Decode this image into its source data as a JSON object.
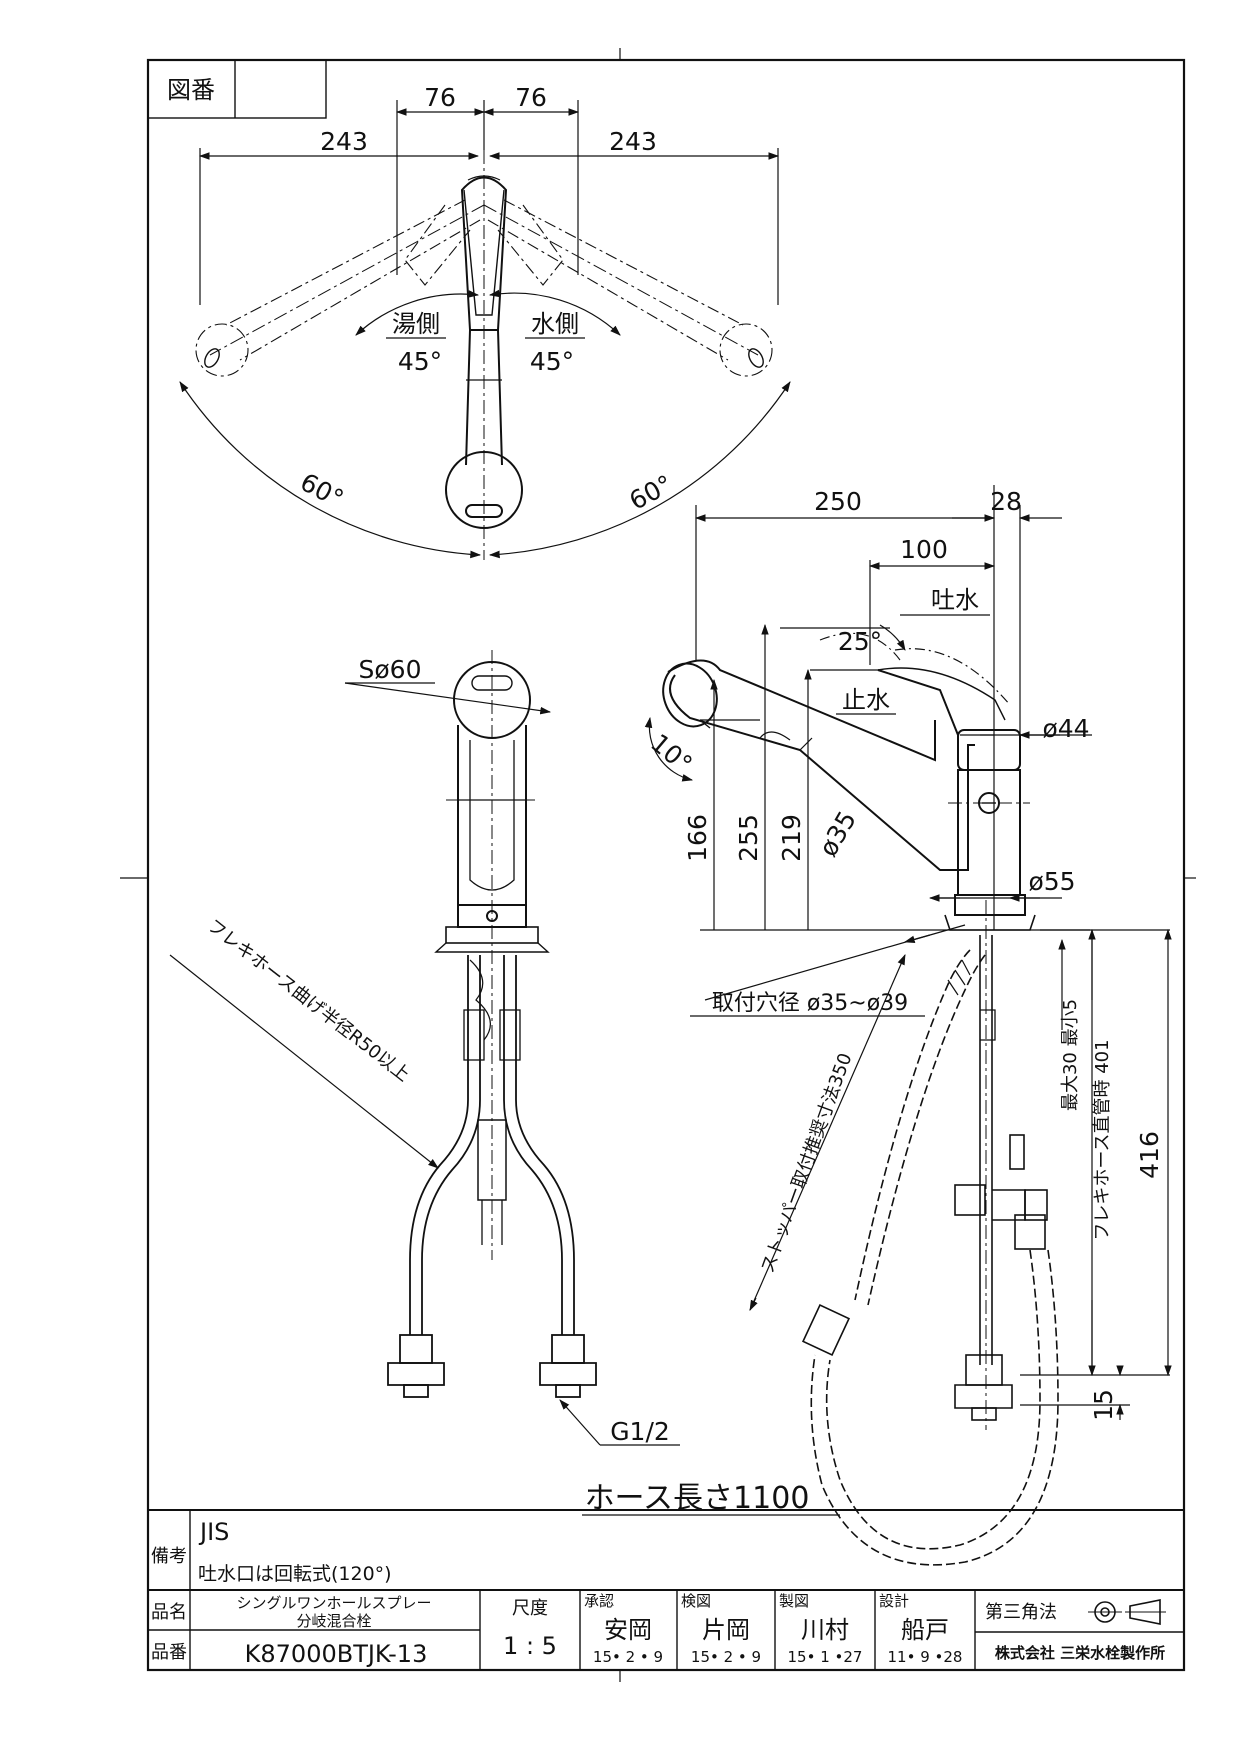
{
  "header": {
    "drawing_number_label": "図番",
    "drawing_number": ""
  },
  "top_view": {
    "dim_left_76": "76",
    "dim_right_76": "76",
    "dim_left_243": "243",
    "dim_right_243": "243",
    "hot_side": "湯側",
    "cold_side": "水側",
    "angle_hot": "45°",
    "angle_cold": "45°",
    "angle_left_60": "60°",
    "angle_right_60": "60°"
  },
  "front_view": {
    "sphere_dim": "Sø60",
    "hose_bend": "フレキホース曲げ半径R50以上",
    "thread": "G1/2",
    "hose_length": "ホース長さ1100"
  },
  "side_view": {
    "dim_250": "250",
    "dim_28": "28",
    "dim_100": "100",
    "spout_on": "吐水",
    "angle_25": "25°",
    "spout_off": "止水",
    "dia_44": "ø44",
    "angle_10": "10°",
    "dim_166": "166",
    "dim_255": "255",
    "dim_219": "219",
    "dia_35": "ø35",
    "dia_55": "ø55",
    "mount_hole": "取付穴径  ø35~ø39",
    "stopper": "ストッパー取付推奨寸法350",
    "max_min": "最大30 最小5",
    "flex_straight": "フレキホース直管時 401",
    "dim_416": "416",
    "dim_15": "15"
  },
  "title_block": {
    "remarks_label": "備考",
    "remarks_line1": "JIS",
    "remarks_line2": "吐水口は回転式(120°)",
    "name_label": "品名",
    "name_line1": "シングルワンホールスプレー",
    "name_line2": "分岐混合栓",
    "part_label": "品番",
    "part_number": "K87000BTJK-13",
    "scale_label": "尺度",
    "scale": "1 : 5",
    "approve_label": "承認",
    "approve_name": "安岡",
    "approve_date": "15• 2 • 9",
    "check_label": "検図",
    "check_name": "片岡",
    "check_date": "15• 2 • 9",
    "draw_label": "製図",
    "draw_name": "川村",
    "draw_date": "15• 1 •27",
    "design_label": "設計",
    "design_name": "船戸",
    "design_date": "11• 9 •28",
    "projection_label": "第三角法",
    "company": "株式会社 三栄水栓製作所"
  },
  "colors": {
    "line": "#111111",
    "background": "#ffffff"
  }
}
